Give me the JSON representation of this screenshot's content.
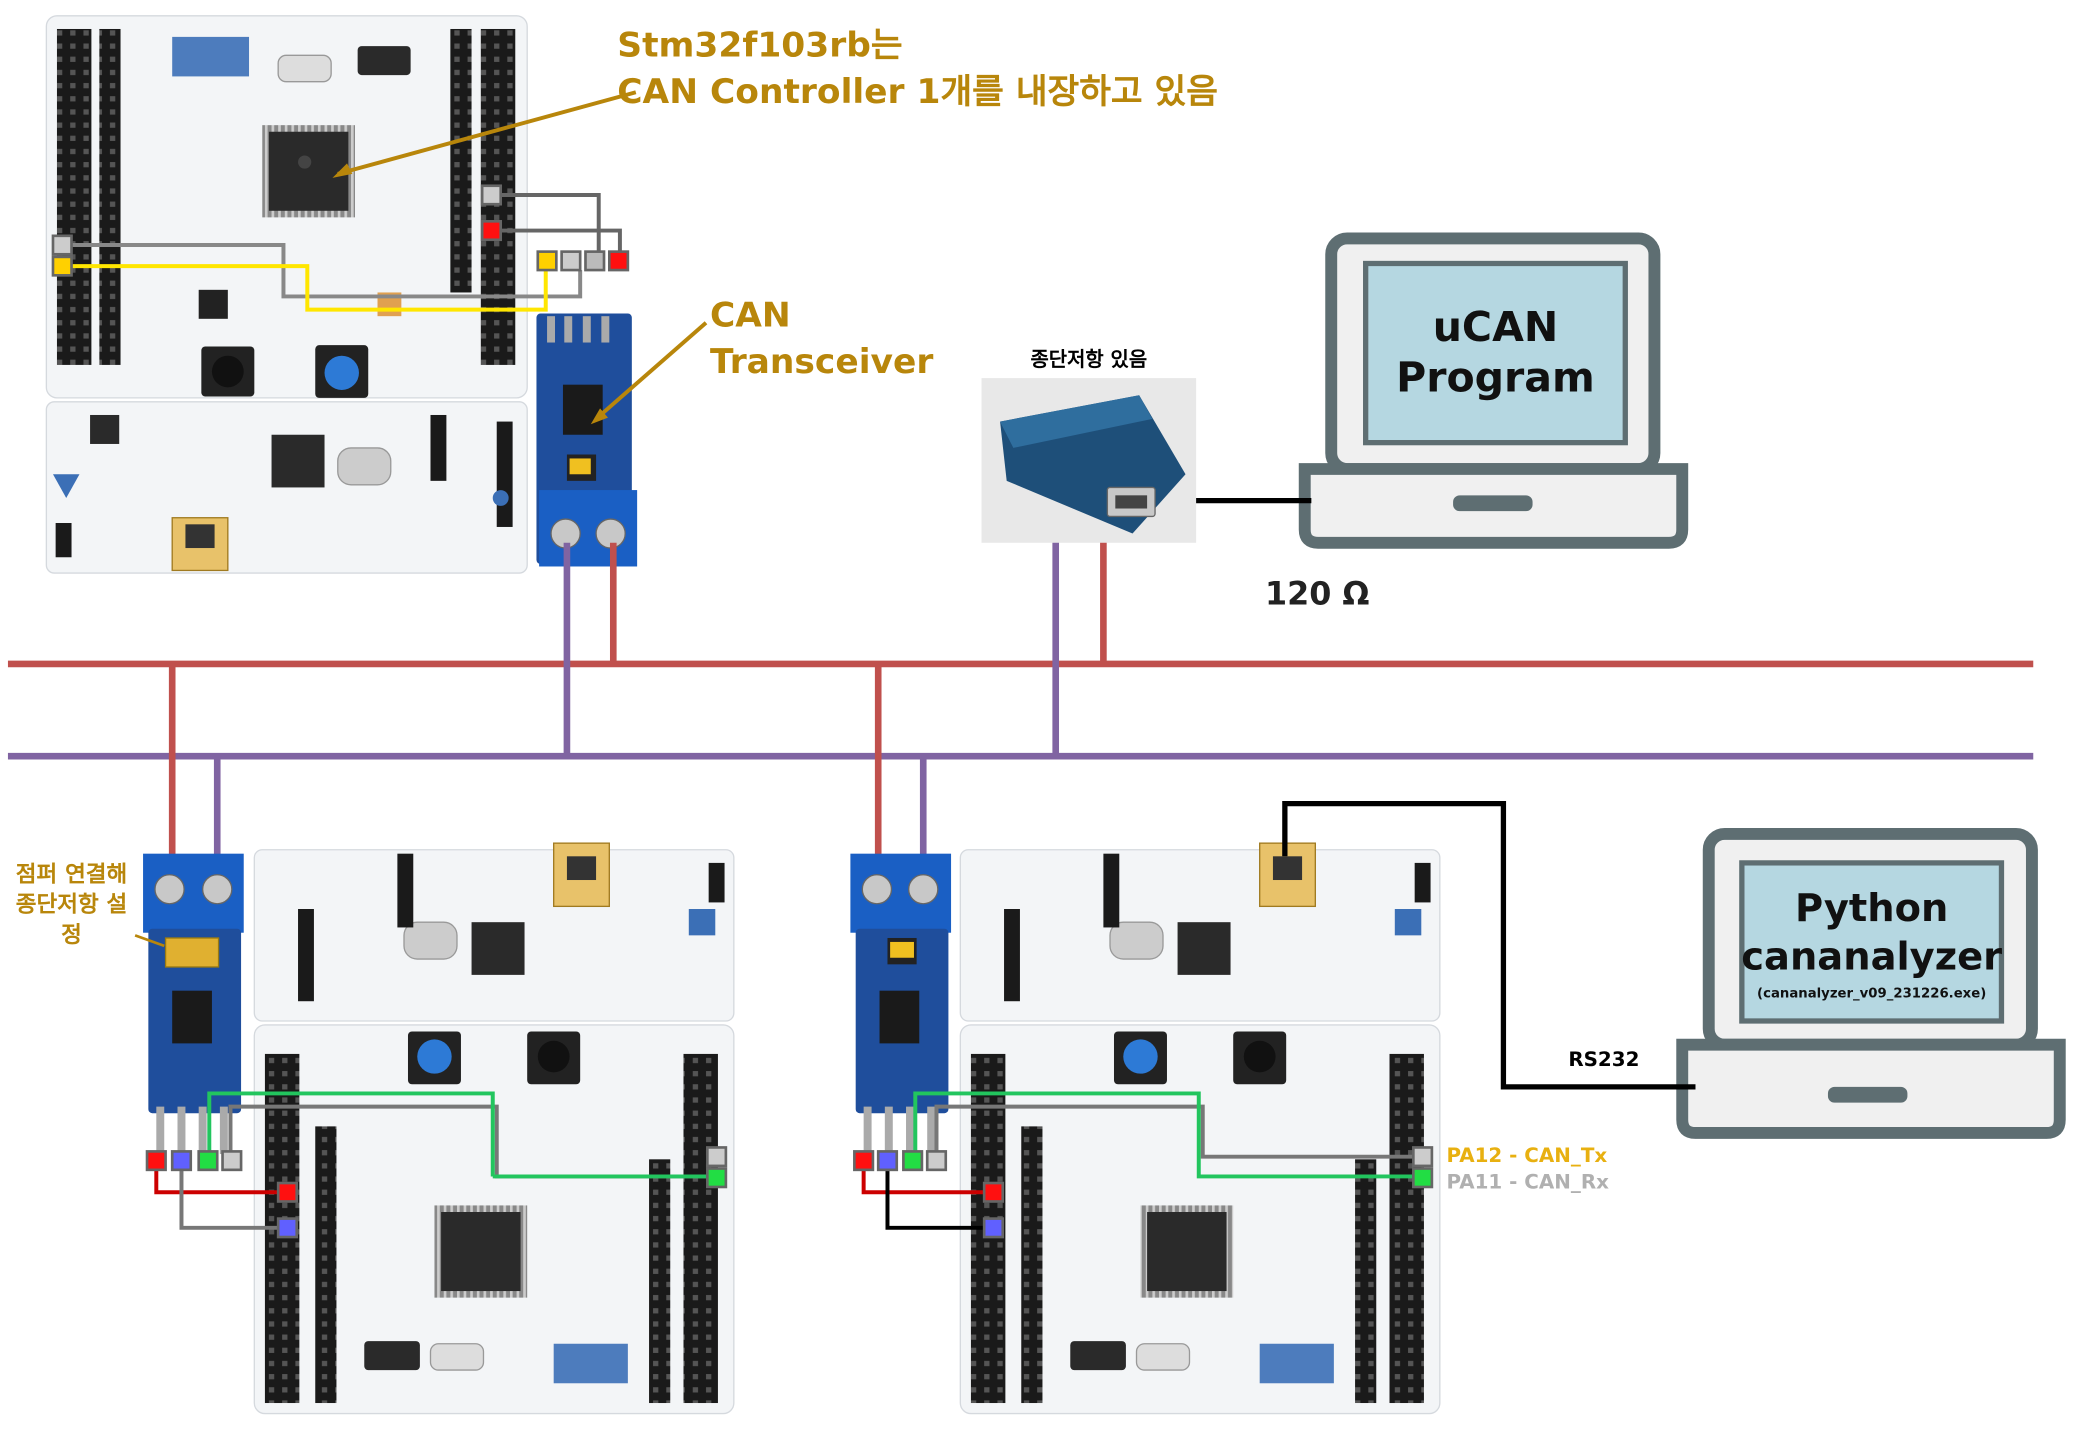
{
  "annotations": {
    "mcu_note_line1": "Stm32f103rb는",
    "mcu_note_line2": "CAN Controller 1개를 내장하고 있음",
    "transceiver_line1": "CAN",
    "transceiver_line2": "Transceiver",
    "jumper_note": "점퍼 연결해 종단저항 설정",
    "termination_note": "종단저항 있음",
    "resistance": "120 Ω",
    "rs232": "RS232",
    "pa12": "PA12 - CAN_Tx",
    "pa11": "PA11 - CAN_Rx"
  },
  "laptops": {
    "ucan": {
      "line1": "uCAN",
      "line2": "Program"
    },
    "python": {
      "line1": "Python",
      "line2": "cananalyzer",
      "line3": "(cananalyzer_v09_231226.exe)"
    }
  },
  "colors": {
    "can_high": "#C0504D",
    "can_low": "#8064A2",
    "usb_cable": "#000000",
    "signal_tx": "#FFE600",
    "signal_rx": "#00C000",
    "pcb": "#F4F6F8",
    "transceiver_board": "#1F4E9C",
    "annotation": "#B8860B"
  }
}
